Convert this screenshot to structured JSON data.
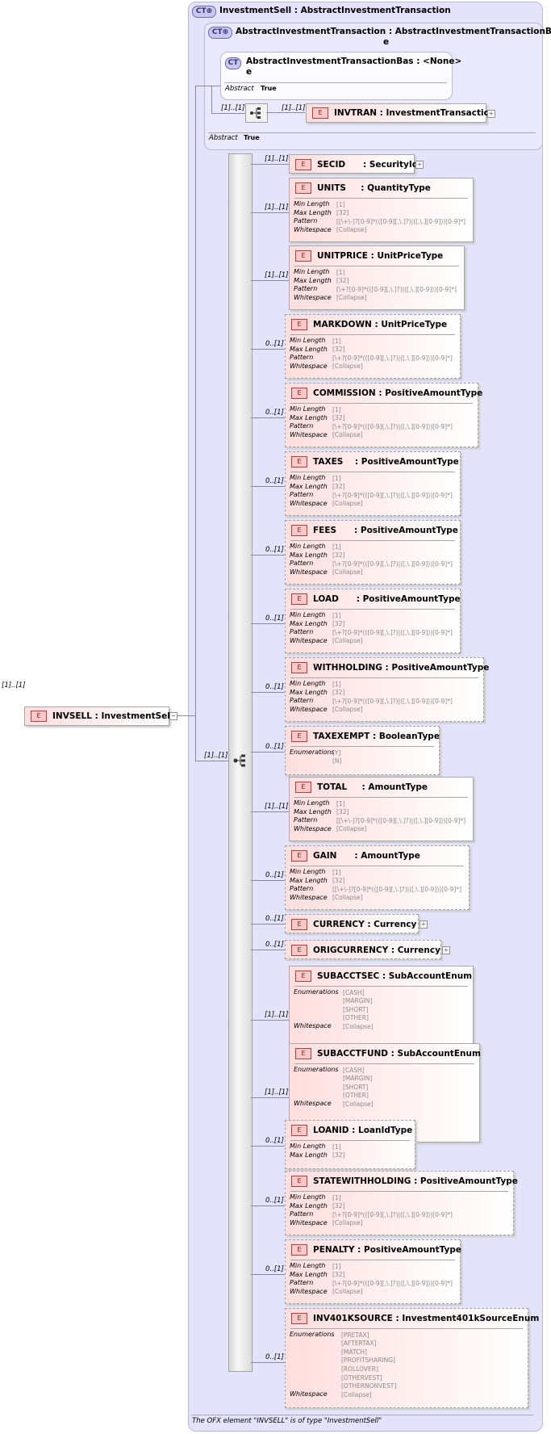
{
  "root": {
    "card": "[1]..[1]",
    "label": "E",
    "name": "INVSELL : InvestmentSell"
  },
  "ct": {
    "badge": "CT",
    "title": "InvestmentSell : AbstractInvestmentTransaction",
    "inner_title": "AbstractInvestmentTransaction : AbstractInvestmentTransactionBas",
    "inner_title_wrap": "e",
    "base_title": "AbstractInvestmentTransactionBas : <None>",
    "base_title_wrap": "e",
    "abstract_label": "Abstract",
    "abstract_value": "True",
    "seq_card": "[1]..[1]",
    "invtran_card": "[1]..[1]",
    "invtran_name": "INVTRAN : InvestmentTransaction",
    "main_seq_card": "[1]..[1]"
  },
  "footer": "The OFX element \"INVSELL\" is of type \"InvestmentSell\"",
  "elements": [
    {
      "card": "[1]..[1]",
      "name": "SECID      : SecurityId",
      "opt": false,
      "plus": true,
      "facets": []
    },
    {
      "card": "[1]..[1]",
      "name": "UNITS     : QuantityType",
      "opt": false,
      "facets": [
        [
          "Min Length",
          "[1]"
        ],
        [
          "Max Length",
          "[32]"
        ],
        [
          "Pattern",
          "[[\\+\\-]?[0-9]*(([0-9][,\\.]?)|([,\\.][0-9]))[0-9]*]"
        ],
        [
          "Whitespace",
          "[Collapse]"
        ]
      ]
    },
    {
      "card": "[1]..[1]",
      "name": "UNITPRICE : UnitPriceType",
      "opt": false,
      "facets": [
        [
          "Min Length",
          "[1]"
        ],
        [
          "Max Length",
          "[32]"
        ],
        [
          "Pattern",
          "[\\+?[0-9]*(([0-9][,\\.]?)|([,\\.][0-9]))[0-9]*]"
        ],
        [
          "Whitespace",
          "[Collapse]"
        ]
      ]
    },
    {
      "card": "0..[1]",
      "name": "MARKDOWN : UnitPriceType",
      "opt": true,
      "facets": [
        [
          "Min Length",
          "[1]"
        ],
        [
          "Max Length",
          "[32]"
        ],
        [
          "Pattern",
          "[\\+?[0-9]*(([0-9][,\\.]?)|([,\\.][0-9]))[0-9]*]"
        ],
        [
          "Whitespace",
          "[Collapse]"
        ]
      ]
    },
    {
      "card": "0..[1]",
      "name": "COMMISSION : PositiveAmountType",
      "opt": true,
      "facets": [
        [
          "Min Length",
          "[1]"
        ],
        [
          "Max Length",
          "[32]"
        ],
        [
          "Pattern",
          "[\\+?[0-9]*(([0-9][,\\.]?)|([,\\.][0-9]))[0-9]*]"
        ],
        [
          "Whitespace",
          "[Collapse]"
        ]
      ]
    },
    {
      "card": "0..[1]",
      "name": "TAXES    : PositiveAmountType",
      "opt": true,
      "facets": [
        [
          "Min Length",
          "[1]"
        ],
        [
          "Max Length",
          "[32]"
        ],
        [
          "Pattern",
          "[\\+?[0-9]*(([0-9][,\\.]?)|([,\\.][0-9]))[0-9]*]"
        ],
        [
          "Whitespace",
          "[Collapse]"
        ]
      ]
    },
    {
      "card": "0..[1]",
      "name": "FEES      : PositiveAmountType",
      "opt": true,
      "facets": [
        [
          "Min Length",
          "[1]"
        ],
        [
          "Max Length",
          "[32]"
        ],
        [
          "Pattern",
          "[\\+?[0-9]*(([0-9][,\\.]?)|([,\\.][0-9]))[0-9]*]"
        ],
        [
          "Whitespace",
          "[Collapse]"
        ]
      ]
    },
    {
      "card": "0..[1]",
      "name": "LOAD      : PositiveAmountType",
      "opt": true,
      "facets": [
        [
          "Min Length",
          "[1]"
        ],
        [
          "Max Length",
          "[32]"
        ],
        [
          "Pattern",
          "[\\+?[0-9]*(([0-9][,\\.]?)|([,\\.][0-9]))[0-9]*]"
        ],
        [
          "Whitespace",
          "[Collapse]"
        ]
      ]
    },
    {
      "card": "0..[1]",
      "name": "WITHHOLDING : PositiveAmountType",
      "opt": true,
      "facets": [
        [
          "Min Length",
          "[1]"
        ],
        [
          "Max Length",
          "[32]"
        ],
        [
          "Pattern",
          "[\\+?[0-9]*(([0-9][,\\.]?)|([,\\.][0-9]))[0-9]*]"
        ],
        [
          "Whitespace",
          "[Collapse]"
        ]
      ]
    },
    {
      "card": "0..[1]",
      "name": "TAXEXEMPT : BooleanType",
      "opt": true,
      "facets": [
        [
          "Enumerations",
          "[Y]"
        ],
        [
          "",
          "[N]"
        ]
      ]
    },
    {
      "card": "[1]..[1]",
      "name": "TOTAL     : AmountType",
      "opt": false,
      "facets": [
        [
          "Min Length",
          "[1]"
        ],
        [
          "Max Length",
          "[32]"
        ],
        [
          "Pattern",
          "[[\\+\\-]?[0-9]*(([0-9][,\\.]?)|([,\\.][0-9]))[0-9]*]"
        ],
        [
          "Whitespace",
          "[Collapse]"
        ]
      ]
    },
    {
      "card": "0..[1]",
      "name": "GAIN      : AmountType",
      "opt": true,
      "facets": [
        [
          "Min Length",
          "[1]"
        ],
        [
          "Max Length",
          "[32]"
        ],
        [
          "Pattern",
          "[[\\+\\-]?[0-9]*(([0-9][,\\.]?)|([,\\.][0-9]))[0-9]*]"
        ],
        [
          "Whitespace",
          "[Collapse]"
        ]
      ]
    },
    {
      "card": "0..[1]",
      "name": "CURRENCY : Currency",
      "opt": true,
      "plus": true,
      "facets": []
    },
    {
      "card": "0..[1]",
      "name": "ORIGCURRENCY : Currency",
      "opt": true,
      "plus": true,
      "facets": []
    },
    {
      "card": "[1]..[1]",
      "name": "SUBACCTSEC : SubAccountEnum",
      "opt": false,
      "facets": [
        [
          "Enumerations",
          "[CASH]"
        ],
        [
          "",
          "[MARGIN]"
        ],
        [
          "",
          "[SHORT]"
        ],
        [
          "",
          "[OTHER]"
        ],
        [
          "Whitespace",
          "[Collapse]"
        ]
      ]
    },
    {
      "card": "[1]..[1]",
      "name": "SUBACCTFUND : SubAccountEnum",
      "opt": false,
      "facets": [
        [
          "Enumerations",
          "[CASH]"
        ],
        [
          "",
          "[MARGIN]"
        ],
        [
          "",
          "[SHORT]"
        ],
        [
          "",
          "[OTHER]"
        ],
        [
          "Whitespace",
          "[Collapse]"
        ]
      ]
    },
    {
      "card": "0..[1]",
      "name": "LOANID : LoanIdType",
      "opt": true,
      "facets": [
        [
          "Min Length",
          "[1]"
        ],
        [
          "Max Length",
          "[32]"
        ]
      ]
    },
    {
      "card": "0..[1]",
      "name": "STATEWITHHOLDING : PositiveAmountType",
      "opt": true,
      "facets": [
        [
          "Min Length",
          "[1]"
        ],
        [
          "Max Length",
          "[32]"
        ],
        [
          "Pattern",
          "[\\+?[0-9]*(([0-9][,\\.]?)|([,\\.][0-9]))[0-9]*]"
        ],
        [
          "Whitespace",
          "[Collapse]"
        ]
      ]
    },
    {
      "card": "0..[1]",
      "name": "PENALTY : PositiveAmountType",
      "opt": true,
      "facets": [
        [
          "Min Length",
          "[1]"
        ],
        [
          "Max Length",
          "[32]"
        ],
        [
          "Pattern",
          "[\\+?[0-9]*(([0-9][,\\.]?)|([,\\.][0-9]))[0-9]*]"
        ],
        [
          "Whitespace",
          "[Collapse]"
        ]
      ]
    },
    {
      "card": "0..[1]",
      "name": "INV401KSOURCE : Investment401kSourceEnum",
      "opt": true,
      "facets": [
        [
          "Enumerations",
          "[PRETAX]"
        ],
        [
          "",
          "[AFTERTAX]"
        ],
        [
          "",
          "[MATCH]"
        ],
        [
          "",
          "[PROFITSHARING]"
        ],
        [
          "",
          "[ROLLOVER]"
        ],
        [
          "",
          "[OTHERVEST]"
        ],
        [
          "",
          "[OTHERNONVEST]"
        ],
        [
          "Whitespace",
          "[Collapse]"
        ]
      ]
    }
  ]
}
